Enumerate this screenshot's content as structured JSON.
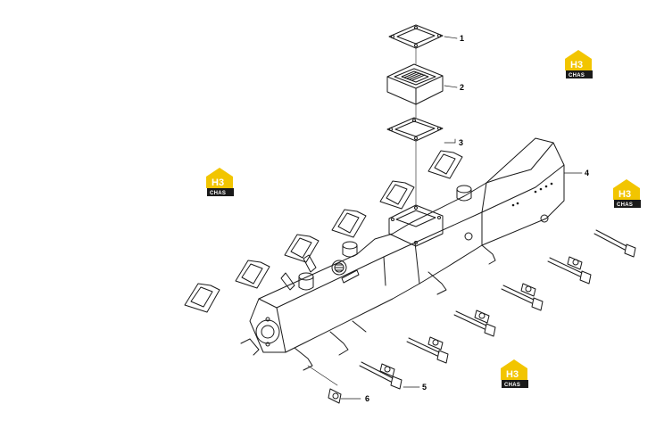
{
  "diagram": {
    "callouts": [
      {
        "id": "1",
        "label": "1"
      },
      {
        "id": "2",
        "label": "2"
      },
      {
        "id": "3",
        "label": "3"
      },
      {
        "id": "4",
        "label": "4"
      },
      {
        "id": "5",
        "label": "5"
      },
      {
        "id": "6",
        "label": "6"
      }
    ]
  },
  "watermark": {
    "letters": "H3",
    "band": "CHAS",
    "colors": {
      "yellow": "#f2c500",
      "dark": "#1a1a1a"
    }
  },
  "colors": {
    "line": "#1a1a1a",
    "background": "#ffffff"
  }
}
